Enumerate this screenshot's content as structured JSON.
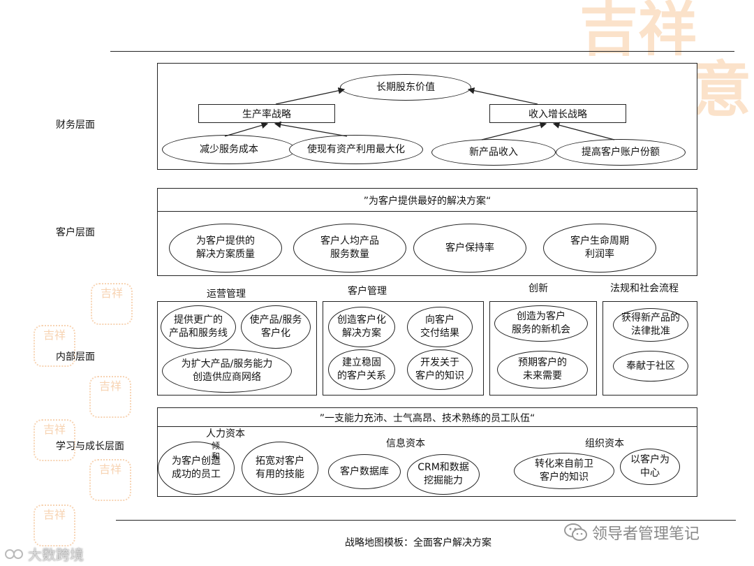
{
  "watermark": {
    "main": "吉祥",
    "sub": "意"
  },
  "layers": {
    "financial": "财务层面",
    "customer": "客户层面",
    "internal": "内部层面",
    "learning": "学习与成长层面"
  },
  "financial": {
    "top": "长期股东价值",
    "productivity": "生产率战略",
    "growth": "收入增长战略",
    "cost": "减少服务成本",
    "assets": "使现有资产利用最大化",
    "new_revenue": "新产品收入",
    "account_share": "提高客户账户份额"
  },
  "customer": {
    "header": "”为客户提供最好的解决方案“",
    "items": [
      "为客户提供的\n解决方案质量",
      "客户人均产品\n服务数量",
      "客户保持率",
      "客户生命周期\n利润率"
    ]
  },
  "internal": {
    "ops": {
      "title": "运营管理",
      "a": "提供更广的\n产品和服务线",
      "b": "使产品/服务\n客户化",
      "c": "为扩大产品/服务能力\n创造供应商网络"
    },
    "cm": {
      "title": "客户管理",
      "a": "创造客户化\n解决方案",
      "b": "向客户\n交付结果",
      "c": "建立稳固\n的客户关系",
      "d": "开发关于\n客户的知识"
    },
    "innov": {
      "title": "创新",
      "a": "创造为客户\n服务的新机会",
      "b": "预期客户的\n未来需要"
    },
    "reg": {
      "title": "法规和社会流程",
      "a": "获得新产品的\n法律批准",
      "b": "奉献于社区"
    }
  },
  "learning": {
    "header": "”一支能力充沛、士气高昂、技术熟练的员工队伍“",
    "human": {
      "title": "人力资本",
      "frag1": "倾",
      "frag2": "和",
      "a": "为客户创造\n成功的员工",
      "b": "拓宽对客户\n有用的技能"
    },
    "info": {
      "title": "信息资本",
      "a": "客户数据库",
      "b": "CRM和数据\n挖掘能力"
    },
    "org": {
      "title": "组织资本",
      "a": "转化来自前卫\n客户的知识",
      "b": "以客户为\n中心"
    }
  },
  "caption": "战略地图模板：全面客户解决方案",
  "footer": {
    "wechat": "领导者管理笔记",
    "brand": "大数跨境"
  }
}
